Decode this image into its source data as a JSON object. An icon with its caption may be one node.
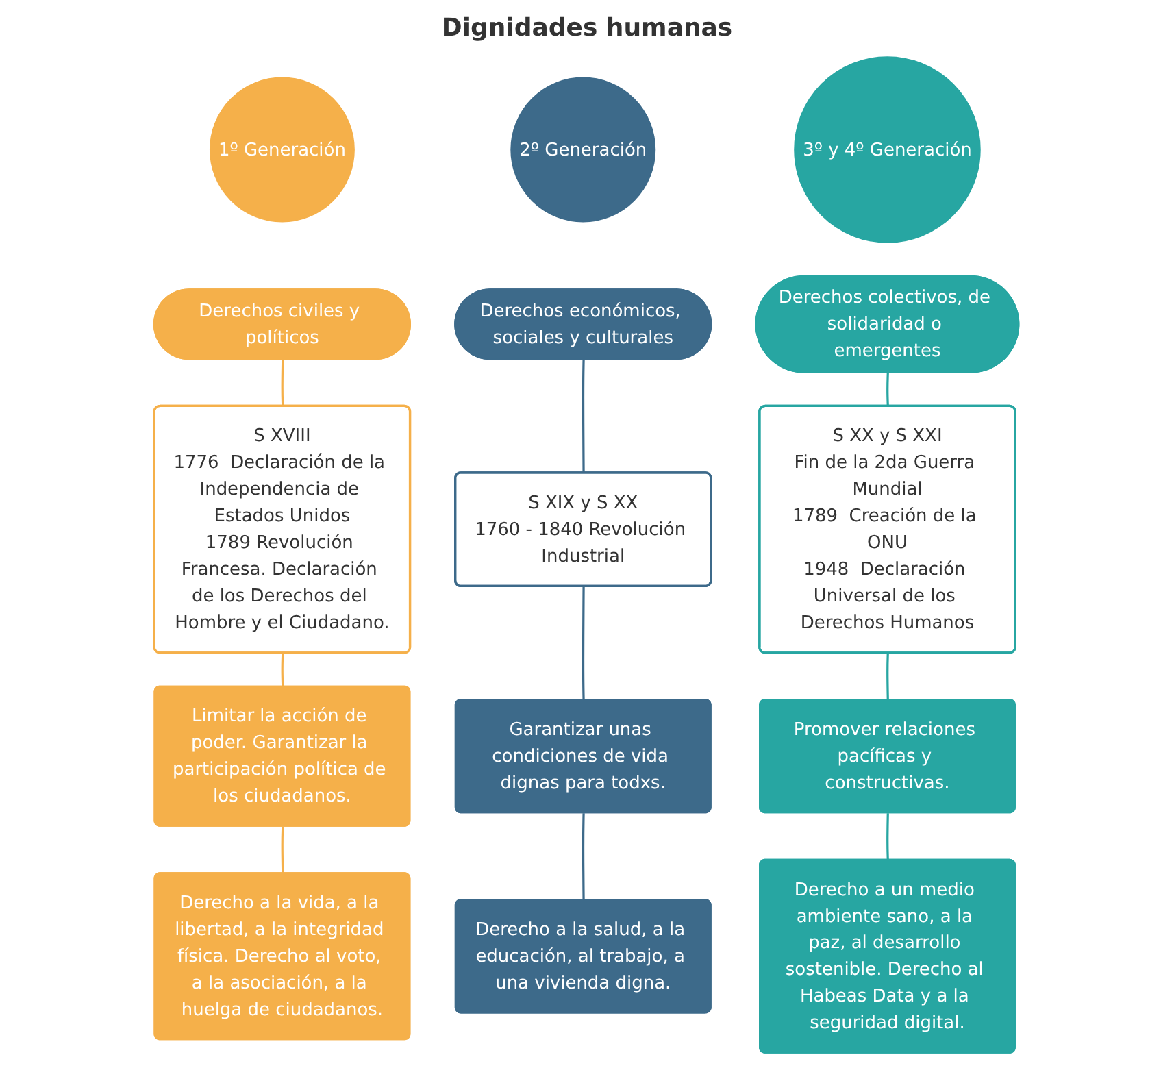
{
  "diagram": {
    "title": "Dignidades humanas",
    "nodes": [
      {
        "text": [
          "1º Generación"
        ]
      },
      {
        "text": [
          "Derechos civiles y políticos"
        ]
      },
      {
        "text": [
          "S XVIII",
          "1776  Declaración de la Independencia de Estados Unidos",
          "1789 Revolución Francesa. Declaración de los Derechos del Hombre y el Ciudadano."
        ]
      },
      {
        "text": [
          "Limitar la acción de poder. Garantizar la participación política de los ciudadanos."
        ]
      },
      {
        "text": [
          "Derecho a la vida, a la libertad, a la integridad física. Derecho al voto, a la asociación, a la huelga de ciudadanos."
        ]
      },
      {
        "text": [
          "2º Generación"
        ]
      },
      {
        "text": [
          "Derechos económicos, sociales y culturales"
        ]
      },
      {
        "text": [
          "S XIX y S XX",
          "1760 - 1840 Revolución Industrial"
        ]
      },
      {
        "text": [
          "Garantizar unas condiciones de vida dignas para todxs."
        ]
      },
      {
        "text": [
          "Derecho a la salud, a la educación, al trabajo, a una vivienda digna."
        ]
      },
      {
        "text": [
          "3º y 4º Generación"
        ]
      },
      {
        "text": [
          "Derechos colectivos, de solidaridad o emergentes"
        ]
      },
      {
        "text": [
          "S XX y S XXI",
          "Fin de la 2da Guerra Mundial",
          "1789  Creación de la ONU",
          "1948  Declaración Universal de los Derechos Humanos"
        ]
      },
      {
        "text": [
          "Promover relaciones pacíficas y constructivas."
        ]
      },
      {
        "text": [
          "Derecho a un medio ambiente sano, a la paz, al desarrollo sostenible. Derecho al Habeas Data y a la seguridad digital."
        ]
      }
    ],
    "edges": [
      {
        "from": 1,
        "to": 2,
        "arrow": "none",
        "color": "#f5b04a"
      },
      {
        "from": 2,
        "to": 3,
        "arrow": "none",
        "color": "#f5b04a"
      },
      {
        "from": 3,
        "to": 4,
        "arrow": "none",
        "color": "#f5b04a"
      },
      {
        "from": 6,
        "to": 7,
        "arrow": "none",
        "color": "#3d6a8a"
      },
      {
        "from": 7,
        "to": 8,
        "arrow": "none",
        "color": "#3d6a8a"
      },
      {
        "from": 8,
        "to": 9,
        "arrow": "none",
        "color": "#3d6a8a"
      },
      {
        "from": 11,
        "to": 12,
        "arrow": "none",
        "color": "#27a6a2"
      },
      {
        "from": 12,
        "to": 13,
        "arrow": "none",
        "color": "#27a6a2"
      },
      {
        "from": 13,
        "to": 14,
        "arrow": "none",
        "color": "#27a6a2"
      }
    ]
  }
}
